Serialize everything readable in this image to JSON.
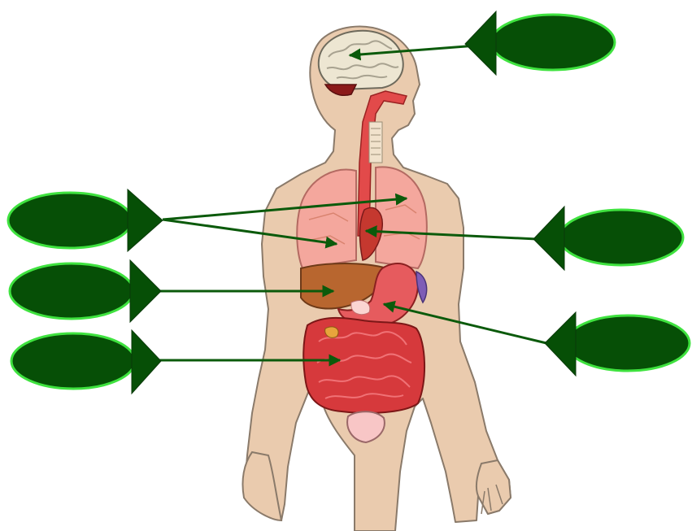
{
  "diagram": {
    "subject": "human-organ-systems",
    "colors": {
      "skin": "#EACBAE",
      "skin_outline": "#8A7A6A",
      "brain": "#EDE6D2",
      "lung": "#F4A79D",
      "liver": "#B8662F",
      "stomach": "#E65B5E",
      "intestine": "#E0464A",
      "label_fill": "#064F06",
      "label_outline": "#3FE23F",
      "arrow": "#0B5A0B"
    },
    "labels": [
      {
        "id": "brain",
        "text": ""
      },
      {
        "id": "lungs",
        "text": ""
      },
      {
        "id": "heart",
        "text": ""
      },
      {
        "id": "liver",
        "text": ""
      },
      {
        "id": "stomach",
        "text": ""
      },
      {
        "id": "small-intestine",
        "text": ""
      }
    ]
  }
}
